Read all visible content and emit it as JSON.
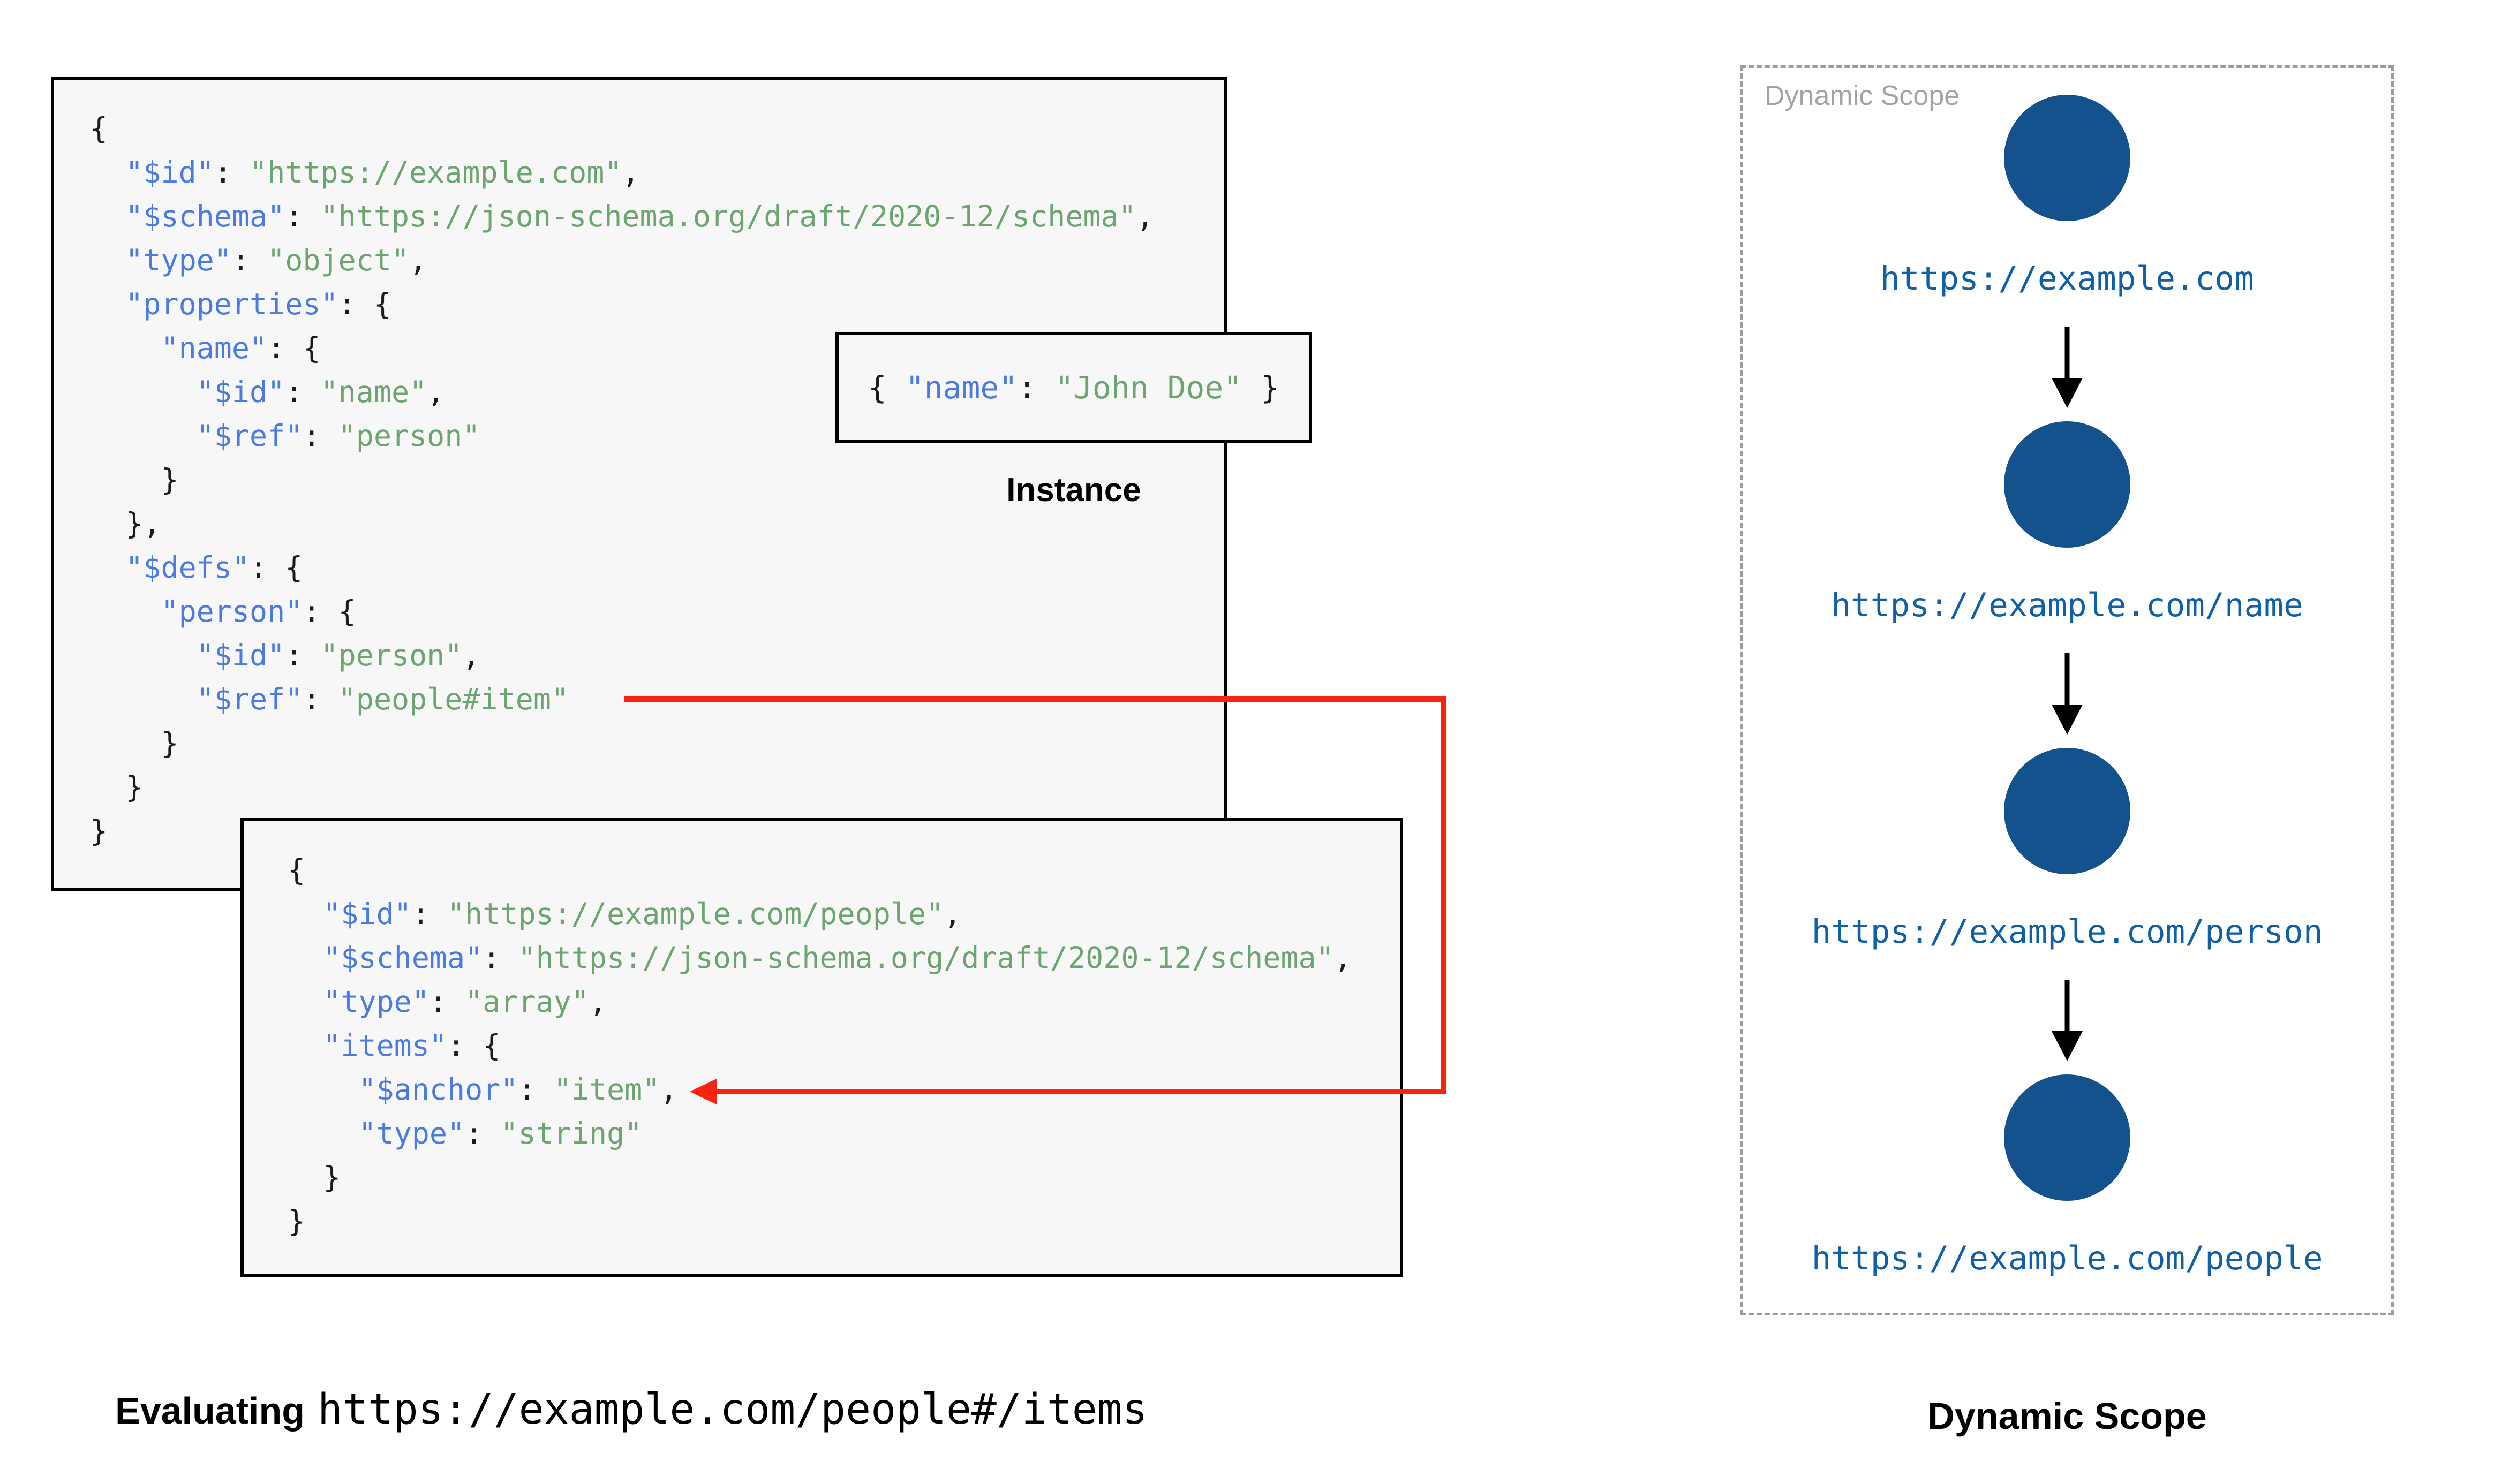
{
  "left_panel": {
    "schema_main": {
      "lines": [
        "{",
        "  \"$id\": \"https://example.com\",",
        "  \"$schema\": \"https://json-schema.org/draft/2020-12/schema\",",
        "  \"type\": \"object\",",
        "  \"properties\": {",
        "    \"name\": {",
        "      \"$id\": \"name\",",
        "      \"$ref\": \"person\"",
        "    }",
        "  },",
        "  \"$defs\": {",
        "    \"person\": {",
        "      \"$id\": \"person\",",
        "      \"$ref\": \"people#item\"",
        "    }",
        "  }",
        "}"
      ]
    },
    "schema_people": {
      "lines": [
        "{",
        "  \"$id\": \"https://example.com/people\",",
        "  \"$schema\": \"https://json-schema.org/draft/2020-12/schema\",",
        "  \"type\": \"array\",",
        "  \"items\": {",
        "    \"$anchor\": \"item\",",
        "    \"type\": \"string\"",
        "  }",
        "}"
      ]
    },
    "instance": {
      "code_lines": [
        "{ \"name\": \"John Doe\" }"
      ],
      "label": "Instance"
    },
    "caption": {
      "prefix": "Evaluating",
      "uri": "https://example.com/people#/items"
    }
  },
  "right_panel": {
    "frame_label": "Dynamic Scope",
    "caption": "Dynamic Scope",
    "nodes": [
      {
        "label": "https://example.com"
      },
      {
        "label": "https://example.com/name"
      },
      {
        "label": "https://example.com/person"
      },
      {
        "label": "https://example.com/people"
      }
    ]
  },
  "colors": {
    "key_blue": "#4a7be0",
    "string_green": "#6ca570",
    "url_blue": "#1060a8",
    "node_blue": "#14528e",
    "arrow_red": "#fb2310",
    "frame_gray": "#9c9c9c",
    "frame_label_gray": "#a3a3a3",
    "box_fill": "#f7f7f7",
    "box_border": "#000000"
  }
}
